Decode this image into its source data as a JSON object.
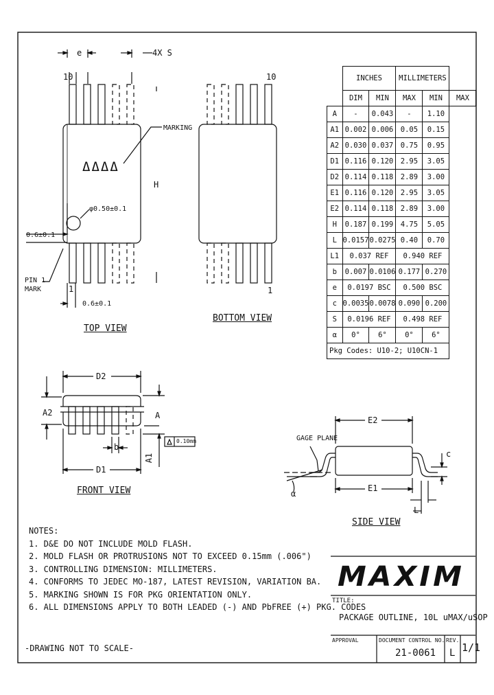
{
  "views": {
    "top": "TOP VIEW",
    "bottom": "BOTTOM VIEW",
    "front": "FRONT VIEW",
    "side": "SIDE VIEW"
  },
  "top_labels": {
    "e": "e",
    "s": "4X S",
    "pin10": "10",
    "pin1": "1",
    "marking": "MARKING",
    "marking_text": "ΔΔΔΔ",
    "h": "H",
    "phi": "φ0.50±0.1",
    "dim06_left": "0.6±0.1",
    "dim06_bottom": "0.6±0.1",
    "pin1_mark": "PIN 1\nMARK"
  },
  "bottom_labels": {
    "pin10": "10",
    "pin1": "1"
  },
  "front_labels": {
    "d2": "D2",
    "a2": "A2",
    "a": "A",
    "b": "b",
    "d1": "D1",
    "a1": "A1",
    "flatness": "0.10mm"
  },
  "side_labels": {
    "e2": "E2",
    "gage_plane": "GAGE PLANE",
    "c": "c",
    "e1": "E1",
    "alpha": "α",
    "l": "L"
  },
  "table": {
    "hdr_inches": "INCHES",
    "hdr_mm": "MILLIMETERS",
    "cols": [
      "DIM",
      "MIN",
      "MAX",
      "MIN",
      "MAX"
    ],
    "rows": [
      [
        "A",
        "-",
        "0.043",
        "-",
        "1.10"
      ],
      [
        "A1",
        "0.002",
        "0.006",
        "0.05",
        "0.15"
      ],
      [
        "A2",
        "0.030",
        "0.037",
        "0.75",
        "0.95"
      ],
      [
        "D1",
        "0.116",
        "0.120",
        "2.95",
        "3.05"
      ],
      [
        "D2",
        "0.114",
        "0.118",
        "2.89",
        "3.00"
      ],
      [
        "E1",
        "0.116",
        "0.120",
        "2.95",
        "3.05"
      ],
      [
        "E2",
        "0.114",
        "0.118",
        "2.89",
        "3.00"
      ],
      [
        "H",
        "0.187",
        "0.199",
        "4.75",
        "5.05"
      ],
      [
        "L",
        "0.0157",
        "0.0275",
        "0.40",
        "0.70"
      ]
    ],
    "span_rows": [
      [
        "L1",
        "0.037 REF",
        "0.940 REF"
      ],
      [
        "b",
        "0.007",
        "0.0106",
        "0.177",
        "0.270"
      ],
      [
        "e",
        "0.0197 BSC",
        "0.500 BSC"
      ],
      [
        "c",
        "0.0035",
        "0.0078",
        "0.090",
        "0.200"
      ],
      [
        "S",
        "0.0196 REF",
        "0.498 REF"
      ],
      [
        "α",
        "0°",
        "6°",
        "0°",
        "6°"
      ]
    ],
    "pkg_codes": "Pkg Codes: U10-2; U10CN-1"
  },
  "notes": {
    "heading": "NOTES:",
    "lines": [
      "1. D&E DO NOT INCLUDE MOLD FLASH.",
      "2. MOLD FLASH OR PROTRUSIONS NOT TO EXCEED 0.15mm (.006\")",
      "3. CONTROLLING DIMENSION: MILLIMETERS.",
      "4. CONFORMS TO JEDEC MO-187, LATEST REVISION, VARIATION BA.",
      "5. MARKING SHOWN IS FOR PKG ORIENTATION ONLY.",
      "6. ALL DIMENSIONS APPLY TO BOTH LEADED (-) AND PbFREE (+) PKG. CODES"
    ],
    "footer": "-DRAWING NOT TO SCALE-"
  },
  "title_block": {
    "logo": "MAXIM",
    "title_label": "TITLE:",
    "title": "PACKAGE OUTLINE, 10L uMAX/uSOP",
    "approval": "APPROVAL",
    "doc_control_label": "DOCUMENT CONTROL NO.",
    "doc_no": "21-0061",
    "rev_label": "REV.",
    "rev": "L",
    "sheet": "1/1"
  }
}
